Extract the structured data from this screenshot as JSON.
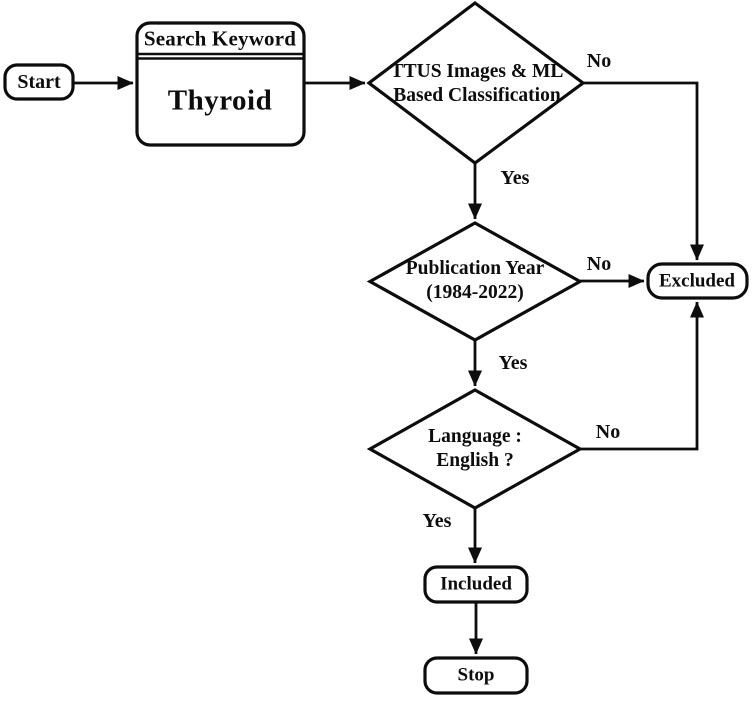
{
  "diagram": {
    "type": "flowchart",
    "colors": {
      "stroke": "#0d0d0d",
      "background": "#ffffff"
    },
    "nodes": {
      "start": {
        "label": "Start"
      },
      "search": {
        "header": "Search Keyword",
        "value": "Thyroid"
      },
      "decision1": {
        "line1": "TTUS Images & ML",
        "line2": "Based Classification"
      },
      "decision2": {
        "line1": "Publication Year",
        "line2": "(1984-2022)"
      },
      "decision3": {
        "line1": "Language :",
        "line2": "English ?"
      },
      "excluded": {
        "label": "Excluded"
      },
      "included": {
        "label": "Included"
      },
      "stop": {
        "label": "Stop"
      }
    },
    "edges": {
      "decision1_no": "No",
      "decision1_yes": "Yes",
      "decision2_no": "No",
      "decision2_yes": "Yes",
      "decision3_no": "No",
      "decision3_yes": "Yes"
    }
  }
}
